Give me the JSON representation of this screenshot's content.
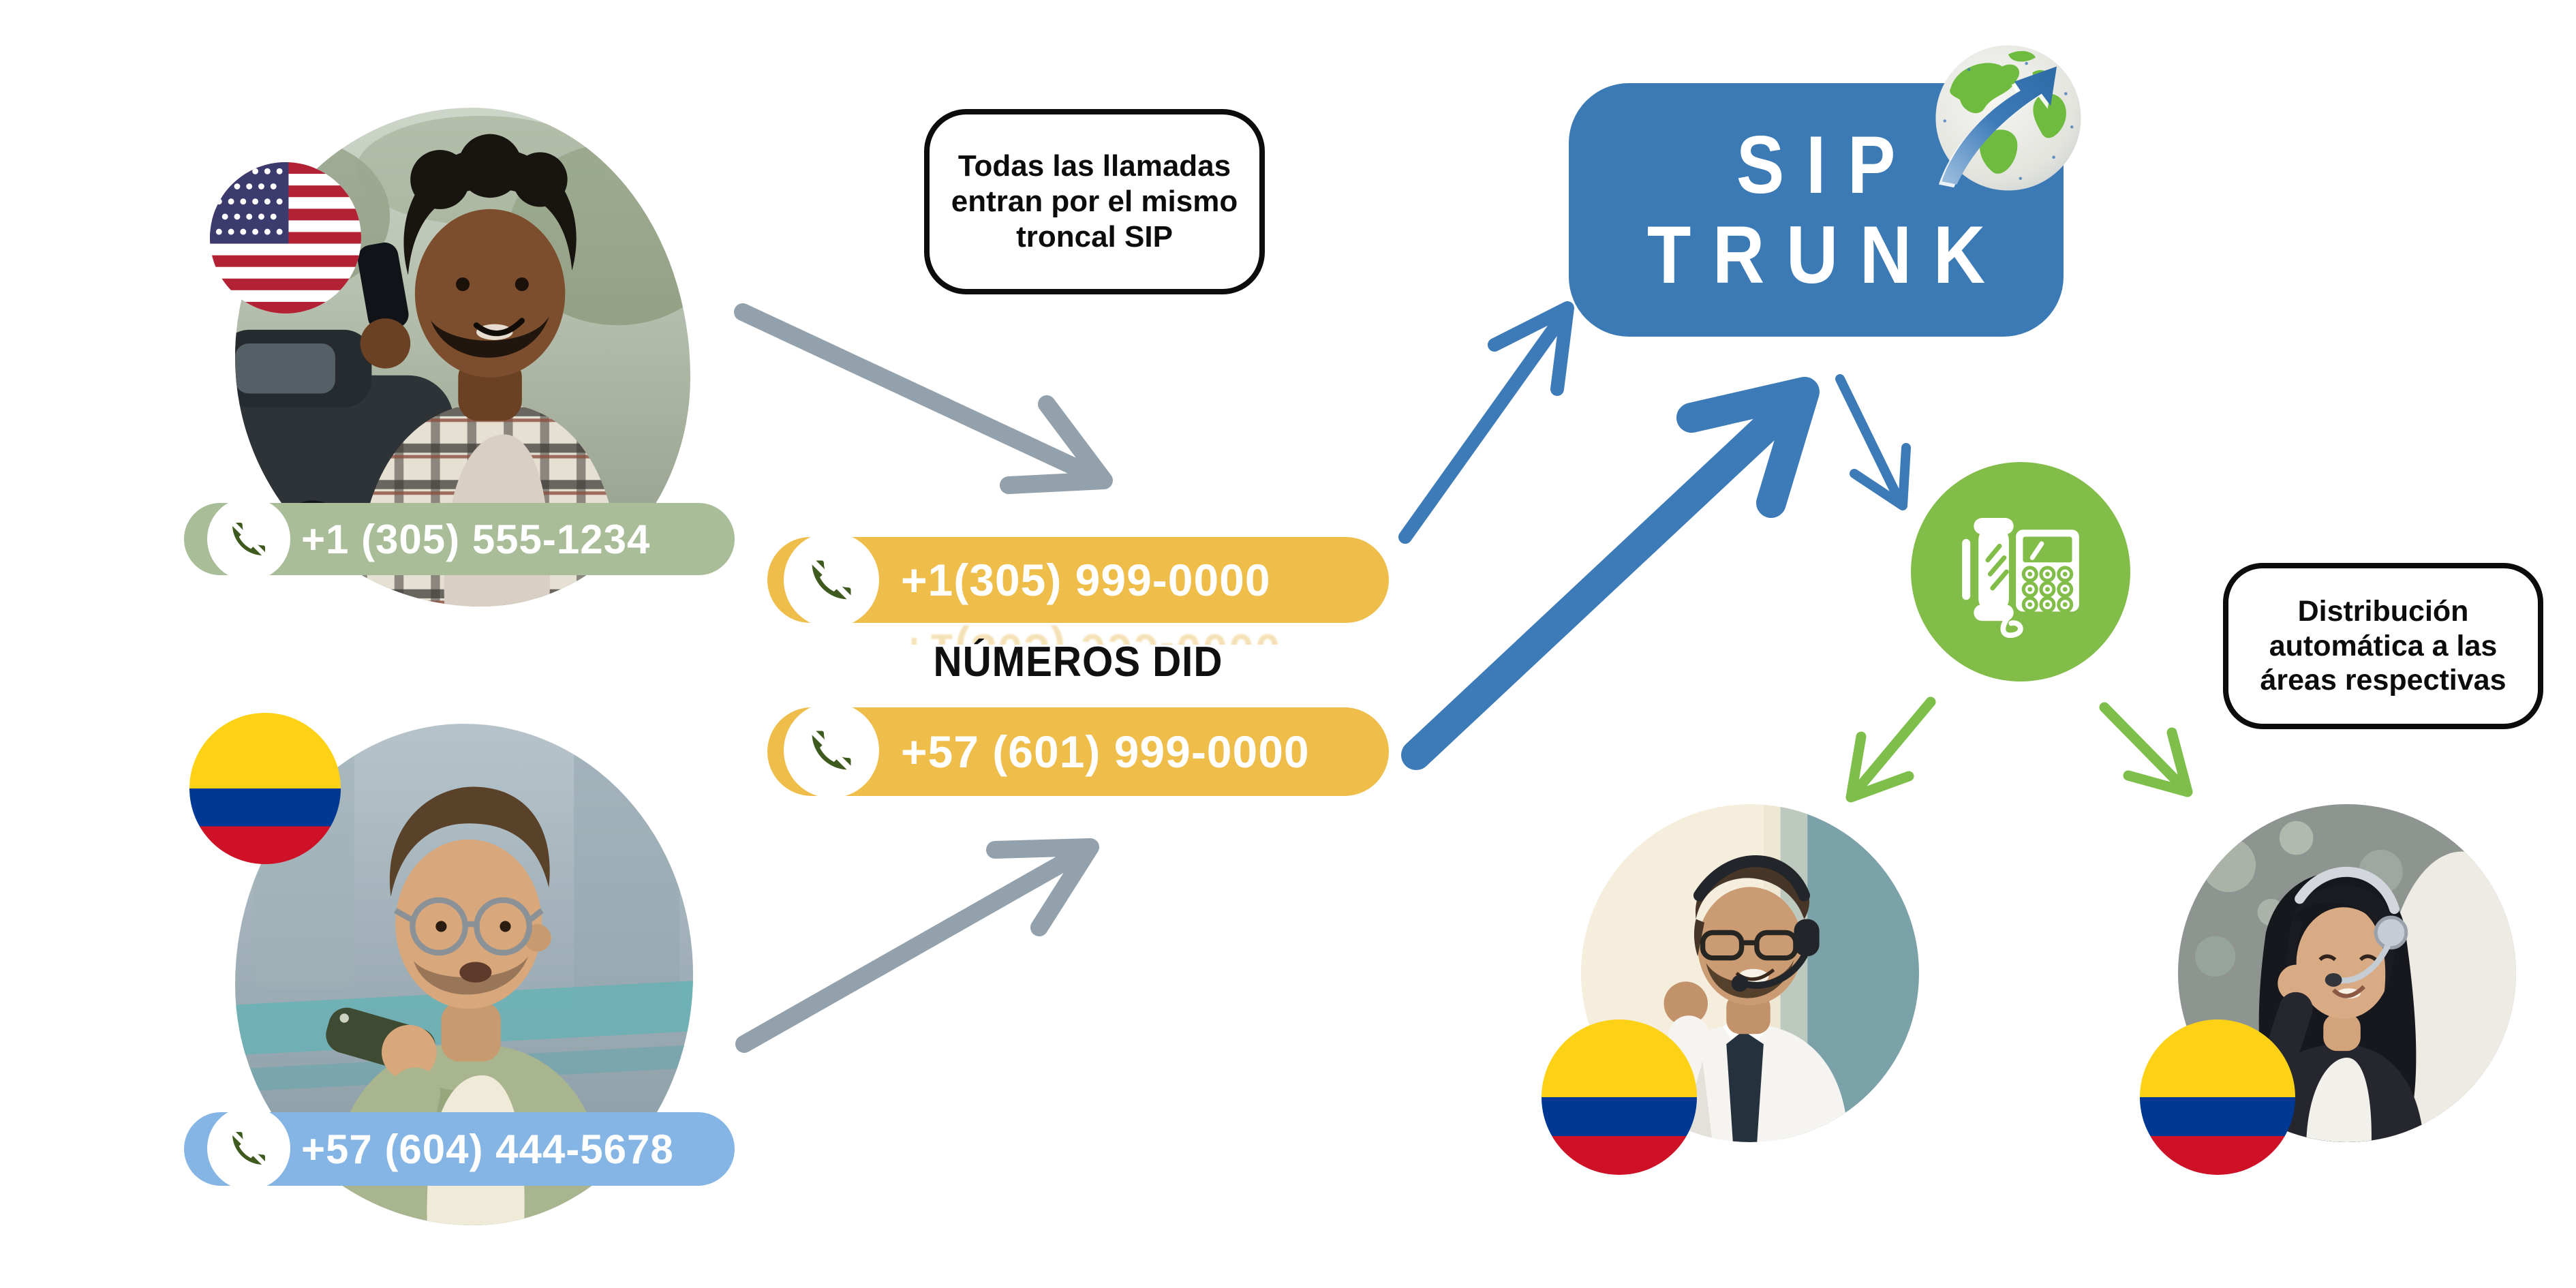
{
  "callers": {
    "us": {
      "phone": "+1 (305) 555-1234",
      "flag": "us-flag"
    },
    "co": {
      "phone": "+57 (604) 444-5678",
      "flag": "colombia-flag"
    }
  },
  "notes": {
    "top": "Todas las llamadas entran por el mismo troncal SIP",
    "right": "Distribución automática a las áreas respectivas"
  },
  "did": {
    "label": "NÚMEROS DID",
    "us": "+1(305) 999-0000",
    "co": "+57 (601) 999-0000"
  },
  "sip": {
    "line1": "SIP",
    "line2": "TRUNK"
  },
  "agents": {
    "left_flag": "colombia-flag",
    "right_flag": "colombia-flag"
  },
  "icons": [
    "phone-icon",
    "us-flag-icon",
    "colombia-flag-icon",
    "globe-icon",
    "fax-phone-icon"
  ],
  "colors": {
    "sip_box_blue": "#3c7ab5",
    "blue_arrow": "#3d7ab8",
    "gray_arrow": "#92a1ab",
    "green_circle": "#83bd49",
    "green_arrow": "#7dbf4a",
    "yellow_pill": "#efbd4a",
    "sage_pill": "#a9bd98",
    "light_blue_pill": "#85b5e4",
    "handset_green": "#3f5a1e",
    "flag_colombia_yellow": "#FCD116",
    "flag_colombia_blue": "#003893",
    "flag_colombia_red": "#CE1126",
    "flag_us_blue": "#3C3B6E",
    "flag_us_red": "#B22234"
  }
}
